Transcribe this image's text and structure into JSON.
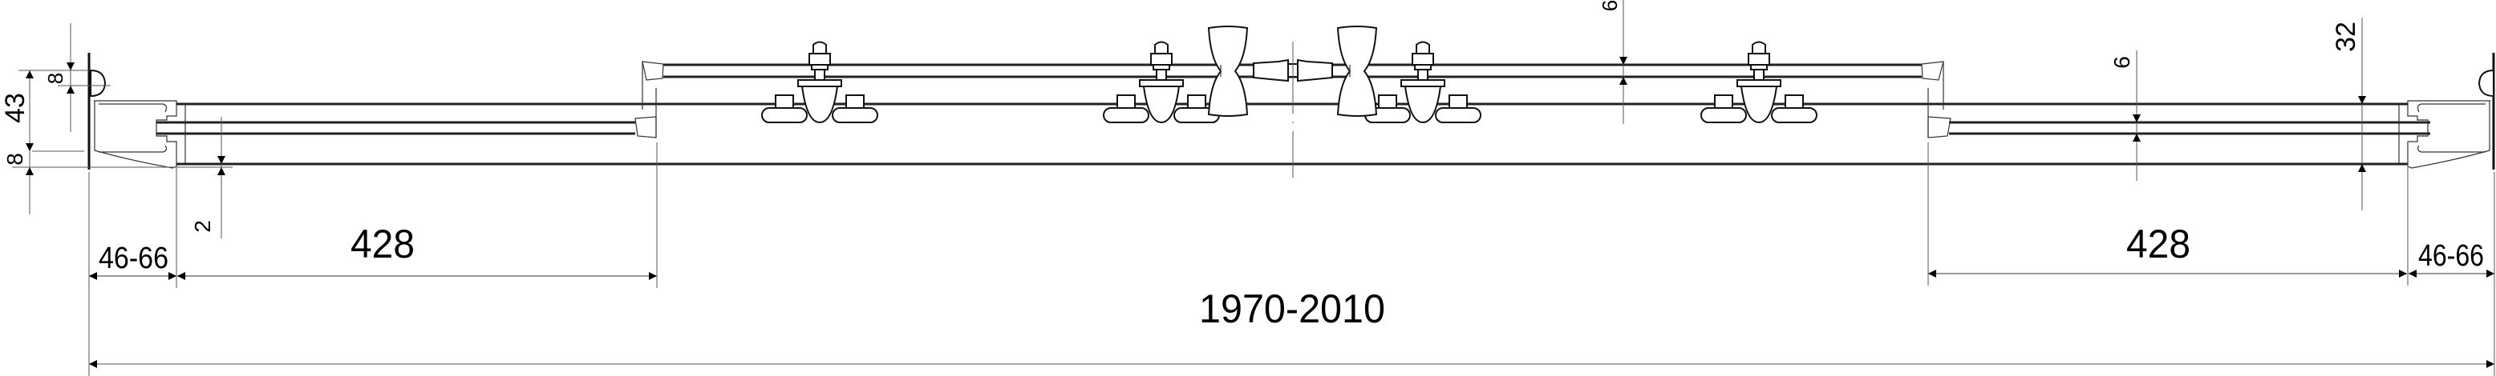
{
  "drawing": {
    "dimensions": {
      "left_top_8": "8",
      "left_43": "43",
      "left_bottom_8": "8",
      "left_2": "2",
      "left_wall_gap": "46-66",
      "left_panel": "428",
      "total_width": "1970-2010",
      "center_6": "6",
      "right_6": "6",
      "right_32": "32",
      "right_panel": "428",
      "right_wall_gap": "46-66"
    },
    "colors": {
      "line": "#222222",
      "background": "#ffffff"
    }
  }
}
